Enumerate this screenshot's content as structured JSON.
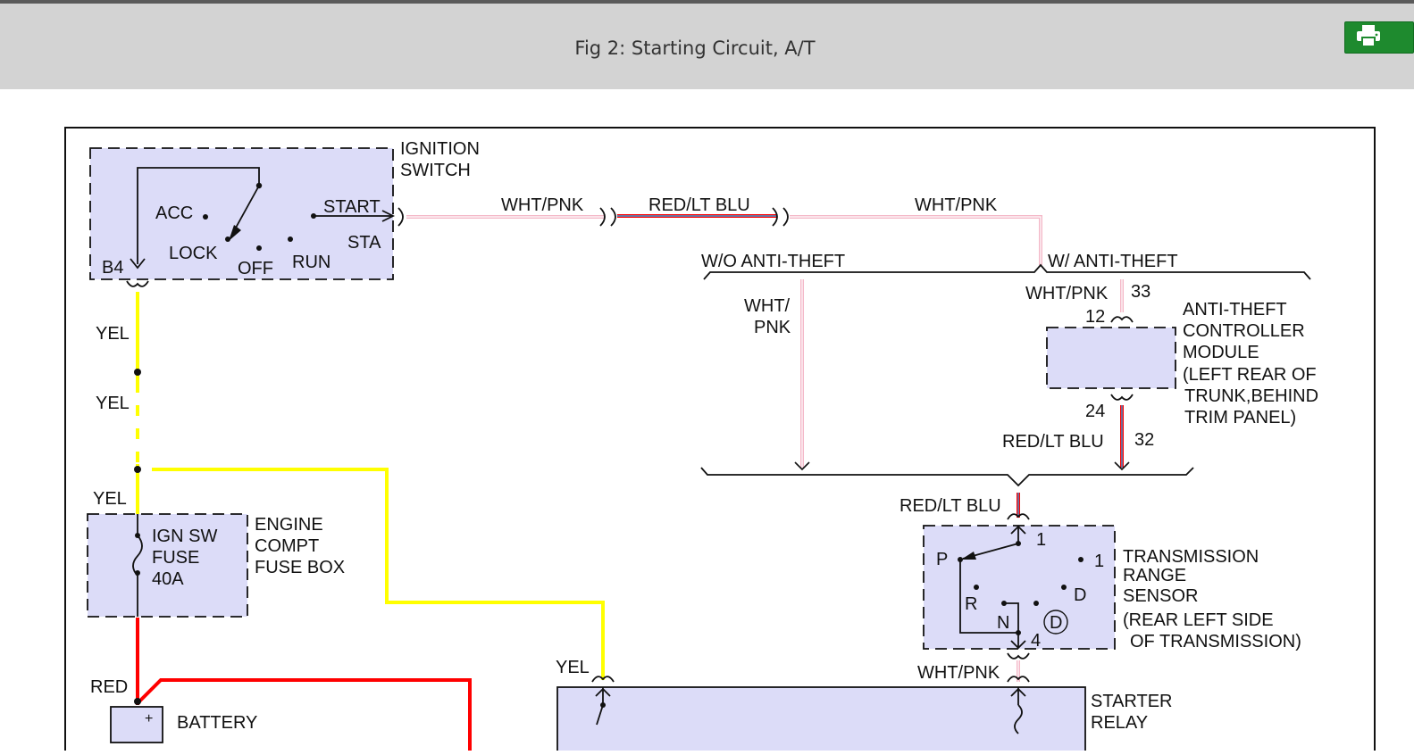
{
  "header": {
    "title": "Fig 2: Starting Circuit, A/T"
  },
  "colors": {
    "box_fill": "#dcdcf8",
    "wire_wht_pnk": "#f4b8c8",
    "wire_red": "#ff0000",
    "wire_yel": "#ffff00",
    "wire_red_lt_blu_stripe": "#3a9bd6",
    "print_button": "#1e8a2e"
  },
  "icons": {
    "print": "printer-icon"
  },
  "diagram": {
    "ignition": {
      "title1": "IGNITION",
      "title2": "SWITCH",
      "acc": "ACC",
      "lock": "LOCK",
      "off": "OFF",
      "run": "RUN",
      "start": "START",
      "sta": "STA",
      "b4": "B4"
    },
    "wires": {
      "wht_pnk_1": "WHT/PNK",
      "red_lt_blu_1": "RED/LT BLU",
      "wht_pnk_2": "WHT/PNK",
      "wo_anti_theft": "W/O ANTI-THEFT",
      "w_anti_theft": "W/ ANTI-THEFT",
      "wht_a": "WHT/",
      "pnk_a": "PNK",
      "wht_pnk_33": "WHT/PNK",
      "pin_33": "33",
      "pin_12": "12",
      "pin_24": "24",
      "red_lt_blu_32": "RED/LT BLU",
      "pin_32": "32",
      "red_lt_blu_trs": "RED/LT BLU",
      "wht_pnk_relay": "WHT/PNK",
      "yel_1": "YEL",
      "yel_2": "YEL",
      "yel_3": "YEL",
      "yel_4": "YEL",
      "red": "RED"
    },
    "anti_theft": {
      "l1": "ANTI-THEFT",
      "l2": "CONTROLLER",
      "l3": "MODULE",
      "l4": "(LEFT REAR OF",
      "l5": "TRUNK,BEHIND",
      "l6": "TRIM PANEL)"
    },
    "fuse_box": {
      "f1": "IGN SW",
      "f2": "FUSE",
      "f3": "40A",
      "l1": "ENGINE",
      "l2": "COMPT",
      "l3": "FUSE BOX"
    },
    "trs": {
      "p": "P",
      "r": "R",
      "n": "N",
      "d": "D",
      "d_circle": "D",
      "one": "1",
      "pin_1": "1",
      "pin_4": "4",
      "l1": "TRANSMISSION",
      "l2": "RANGE",
      "l3": "SENSOR",
      "l4": "(REAR LEFT SIDE",
      "l5": "OF TRANSMISSION)"
    },
    "starter_relay": {
      "l1": "STARTER",
      "l2": "RELAY"
    },
    "battery": {
      "label": "BATTERY",
      "plus": "+"
    }
  }
}
